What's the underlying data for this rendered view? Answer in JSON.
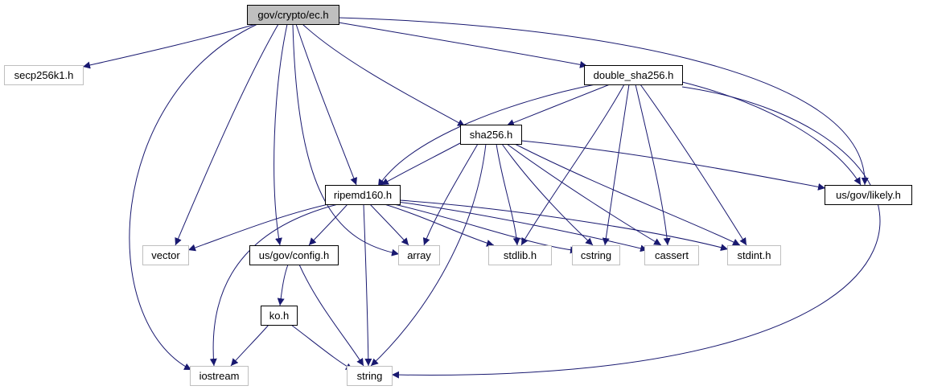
{
  "colors": {
    "edge": "#191970",
    "root_fill": "#bfbfbf",
    "root_stroke": "#000000",
    "doc_stroke": "#000000",
    "external_stroke": "#bfbfbf",
    "label": "#000000"
  },
  "diagram": {
    "nodes": [
      {
        "id": "ec_h",
        "label": "gov/crypto/ec.h",
        "kind": "root"
      },
      {
        "id": "secp256k1_h",
        "label": "secp256k1.h",
        "kind": "external"
      },
      {
        "id": "double_sha256_h",
        "label": "double_sha256.h",
        "kind": "documented"
      },
      {
        "id": "sha256_h",
        "label": "sha256.h",
        "kind": "documented"
      },
      {
        "id": "likely_h",
        "label": "us/gov/likely.h",
        "kind": "documented"
      },
      {
        "id": "ripemd160_h",
        "label": "ripemd160.h",
        "kind": "documented"
      },
      {
        "id": "vector",
        "label": "vector",
        "kind": "external"
      },
      {
        "id": "config_h",
        "label": "us/gov/config.h",
        "kind": "documented"
      },
      {
        "id": "array",
        "label": "array",
        "kind": "external"
      },
      {
        "id": "stdlib_h",
        "label": "stdlib.h",
        "kind": "external"
      },
      {
        "id": "cstring",
        "label": "cstring",
        "kind": "external"
      },
      {
        "id": "cassert",
        "label": "cassert",
        "kind": "external"
      },
      {
        "id": "stdint_h",
        "label": "stdint.h",
        "kind": "external"
      },
      {
        "id": "ko_h",
        "label": "ko.h",
        "kind": "documented"
      },
      {
        "id": "iostream",
        "label": "iostream",
        "kind": "external"
      },
      {
        "id": "string",
        "label": "string",
        "kind": "external"
      }
    ],
    "edges": [
      {
        "from": "ec_h",
        "to": "secp256k1_h"
      },
      {
        "from": "ec_h",
        "to": "iostream"
      },
      {
        "from": "ec_h",
        "to": "vector"
      },
      {
        "from": "ec_h",
        "to": "config_h"
      },
      {
        "from": "ec_h",
        "to": "array"
      },
      {
        "from": "ec_h",
        "to": "ripemd160_h"
      },
      {
        "from": "ec_h",
        "to": "sha256_h"
      },
      {
        "from": "ec_h",
        "to": "double_sha256_h"
      },
      {
        "from": "ec_h",
        "to": "likely_h"
      },
      {
        "from": "double_sha256_h",
        "to": "sha256_h"
      },
      {
        "from": "double_sha256_h",
        "to": "ripemd160_h"
      },
      {
        "from": "double_sha256_h",
        "to": "stdlib_h"
      },
      {
        "from": "double_sha256_h",
        "to": "cstring"
      },
      {
        "from": "double_sha256_h",
        "to": "cassert"
      },
      {
        "from": "double_sha256_h",
        "to": "stdint_h"
      },
      {
        "from": "double_sha256_h",
        "to": "likely_h"
      },
      {
        "from": "double_sha256_h",
        "to": "string"
      },
      {
        "from": "sha256_h",
        "to": "ripemd160_h"
      },
      {
        "from": "sha256_h",
        "to": "likely_h"
      },
      {
        "from": "sha256_h",
        "to": "array"
      },
      {
        "from": "sha256_h",
        "to": "stdlib_h"
      },
      {
        "from": "sha256_h",
        "to": "cstring"
      },
      {
        "from": "sha256_h",
        "to": "cassert"
      },
      {
        "from": "sha256_h",
        "to": "stdint_h"
      },
      {
        "from": "sha256_h",
        "to": "string"
      },
      {
        "from": "ripemd160_h",
        "to": "vector"
      },
      {
        "from": "ripemd160_h",
        "to": "iostream"
      },
      {
        "from": "ripemd160_h",
        "to": "config_h"
      },
      {
        "from": "ripemd160_h",
        "to": "string"
      },
      {
        "from": "ripemd160_h",
        "to": "array"
      },
      {
        "from": "ripemd160_h",
        "to": "stdlib_h"
      },
      {
        "from": "ripemd160_h",
        "to": "cstring"
      },
      {
        "from": "ripemd160_h",
        "to": "cassert"
      },
      {
        "from": "ripemd160_h",
        "to": "stdint_h"
      },
      {
        "from": "config_h",
        "to": "ko_h"
      },
      {
        "from": "config_h",
        "to": "string"
      },
      {
        "from": "ko_h",
        "to": "iostream"
      },
      {
        "from": "ko_h",
        "to": "string"
      }
    ]
  }
}
